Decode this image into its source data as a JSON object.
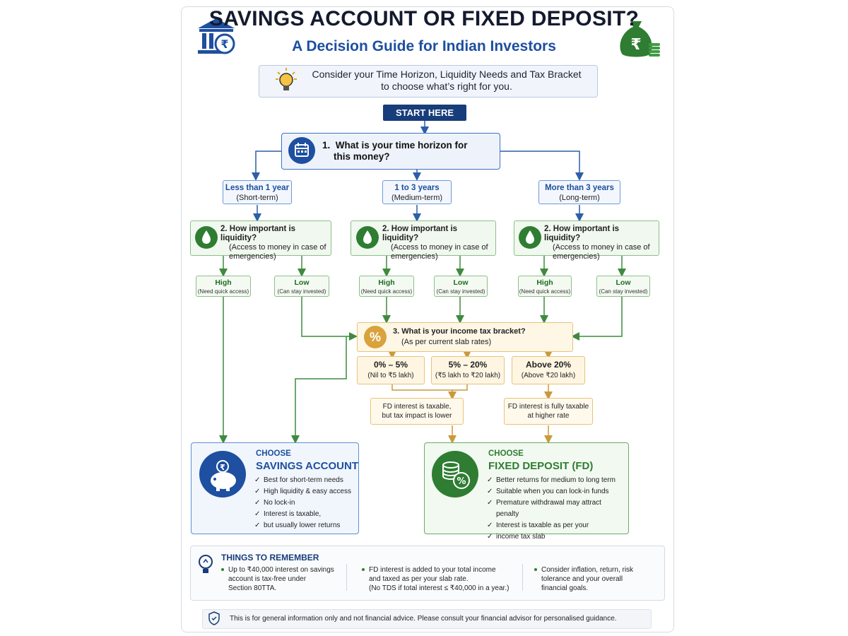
{
  "header": {
    "title": "SAVINGS ACCOUNT OR FIXED DEPOSIT?",
    "subtitle": "A Decision Guide for Indian Investors",
    "tip_line1": "Consider your Time Horizon, Liquidity Needs and Tax Bracket",
    "tip_line2": "to choose what’s right for you.",
    "rupee_symbol": "₹"
  },
  "start": "START HERE",
  "q1": {
    "number": "1.",
    "line1": "What is your time horizon for",
    "line2": "this money?"
  },
  "time_options": [
    {
      "label": "Less than 1 year",
      "sub": "(Short-term)"
    },
    {
      "label": "1 to 3 years",
      "sub": "(Medium-term)"
    },
    {
      "label": "More than 3 years",
      "sub": "(Long-term)"
    }
  ],
  "q2": {
    "title": "2. How important is liquidity?",
    "line1": "(Access to money in case of",
    "line2": "emergencies)"
  },
  "liquidity": {
    "high": "High",
    "high_sub": "(Need quick access)",
    "low": "Low",
    "low_sub": "(Can stay invested)"
  },
  "q3": {
    "title": "3. What is your income tax bracket?",
    "sub": "(As per current slab rates)",
    "icon": "%"
  },
  "slabs": [
    {
      "label": "0% – 5%",
      "sub": "(Nil to ₹5 lakh)"
    },
    {
      "label": "5% – 20%",
      "sub": "(₹5 lakh to ₹20 lakh)"
    },
    {
      "label": "Above 20%",
      "sub": "(Above ₹20 lakh)"
    }
  ],
  "tax_notes": [
    {
      "line1": "FD interest is taxable,",
      "line2": "but tax impact is lower"
    },
    {
      "line1": "FD interest is fully taxable",
      "line2": "at higher rate"
    }
  ],
  "savings": {
    "choose": "CHOOSE",
    "title": "SAVINGS ACCOUNT",
    "points": [
      "Best for short-term needs",
      "High liquidity & easy access",
      "No lock-in",
      "Interest is taxable,"
    ],
    "points_cont": "but usually lower returns"
  },
  "fd": {
    "choose": "CHOOSE",
    "title": "FIXED DEPOSIT (FD)",
    "points": [
      "Better returns for medium to long term",
      "Suitable when you can lock-in funds",
      "Premature withdrawal may attract penalty",
      "Interest is taxable as per your"
    ],
    "points_cont": "income tax slab"
  },
  "remember": {
    "title": "THINGS TO REMEMBER",
    "col1": [
      "Up to ₹40,000 interest on savings",
      "account is tax-free under",
      "Section 80TTA."
    ],
    "col2": [
      "FD interest is added to your total income",
      "and taxed as per your slab rate.",
      "(No TDS if total interest ≤ ₹40,000 in a year.)"
    ],
    "col3": [
      "Consider inflation, return, risk",
      "tolerance and your overall",
      "financial goals."
    ]
  },
  "disclaimer": "This is for general information only and not financial advice. Please consult your financial advisor for personalised guidance.",
  "colors": {
    "navy": "#173d7a",
    "blue": "#1e4fa0",
    "green": "#2e7d32",
    "amber": "#d9a23c"
  },
  "icons": [
    "bank-icon",
    "money-bag-icon",
    "lightbulb-icon",
    "calendar-icon",
    "water-drop-icon",
    "percent-icon",
    "piggy-bank-icon",
    "coins-icon",
    "shield-icon"
  ]
}
